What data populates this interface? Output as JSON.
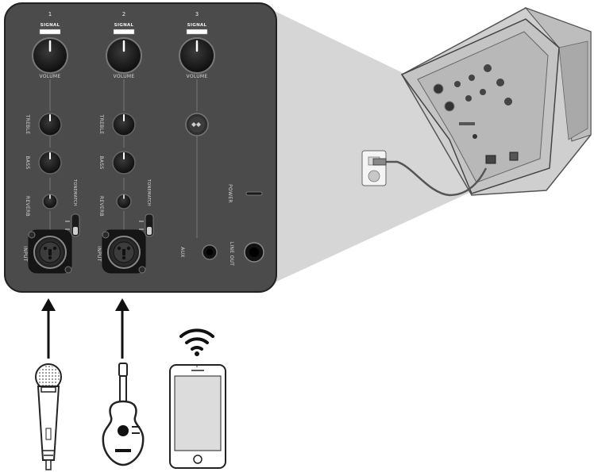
{
  "channels": [
    {
      "number": "1",
      "signal": "SIGNAL",
      "volume": "VOLUME",
      "treble": "TREBLE",
      "bass": "BASS",
      "reverb": "REVERB",
      "tonematch": "TONEMATCH",
      "input": "INPUT"
    },
    {
      "number": "2",
      "signal": "SIGNAL",
      "volume": "VOLUME",
      "treble": "TREBLE",
      "bass": "BASS",
      "reverb": "REVERB",
      "tonematch": "TONEMATCH",
      "input": "INPUT"
    },
    {
      "number": "3",
      "signal": "SIGNAL",
      "volume": "VOLUME",
      "aux": "AUX"
    }
  ],
  "right_column": {
    "power": "POWER",
    "line_out": "LINE OUT"
  },
  "sources": {
    "microphone_icon": "microphone-icon",
    "guitar_icon": "acoustic-guitar-icon",
    "phone_icon": "smartphone-icon",
    "wireless_icon": "wifi-icon"
  },
  "colors": {
    "panel": "#4a4a4a",
    "panel_border": "#222222",
    "knob": "#1a1a1a",
    "projection": "#d4d4d4",
    "speaker_body": "#c9c9c9",
    "arrow": "#111111"
  }
}
